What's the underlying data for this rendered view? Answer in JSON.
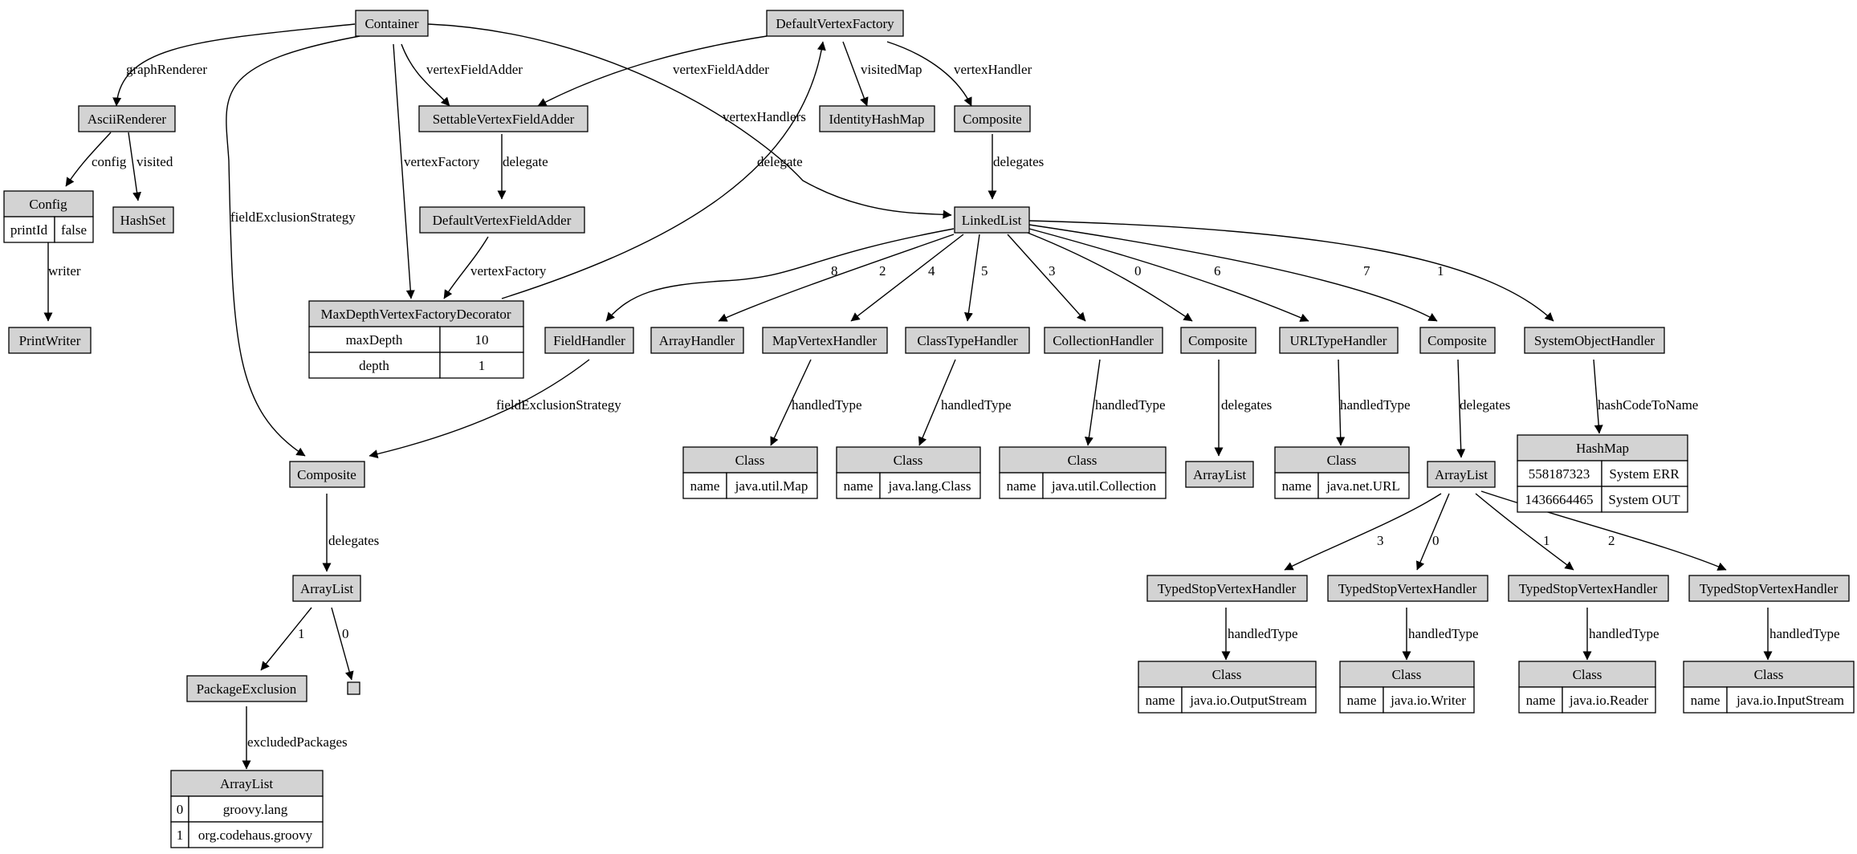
{
  "nodes": {
    "container": "Container",
    "default_vertex_factory": "DefaultVertexFactory",
    "ascii_renderer": "AsciiRenderer",
    "settable_vertex_field_adder": "SettableVertexFieldAdder",
    "identity_hash_map": "IdentityHashMap",
    "composite_top": "Composite",
    "config": {
      "title": "Config",
      "rows": [
        [
          "printId",
          "false"
        ]
      ]
    },
    "hash_set": "HashSet",
    "default_vertex_field_adder": "DefaultVertexFieldAdder",
    "linked_list": "LinkedList",
    "print_writer": "PrintWriter",
    "max_depth_decorator": {
      "title": "MaxDepthVertexFactoryDecorator",
      "rows": [
        [
          "maxDepth",
          "10"
        ],
        [
          "depth",
          "1"
        ]
      ]
    },
    "field_handler": "FieldHandler",
    "array_handler": "ArrayHandler",
    "map_vertex_handler": "MapVertexHandler",
    "class_type_handler": "ClassTypeHandler",
    "collection_handler": "CollectionHandler",
    "composite_0": "Composite",
    "url_type_handler": "URLTypeHandler",
    "composite_7": "Composite",
    "system_object_handler": "SystemObjectHandler",
    "class_map": {
      "title": "Class",
      "rows": [
        [
          "name",
          "java.util.Map"
        ]
      ]
    },
    "class_class": {
      "title": "Class",
      "rows": [
        [
          "name",
          "java.lang.Class"
        ]
      ]
    },
    "class_collection": {
      "title": "Class",
      "rows": [
        [
          "name",
          "java.util.Collection"
        ]
      ]
    },
    "array_list_empty": "ArrayList",
    "class_url": {
      "title": "Class",
      "rows": [
        [
          "name",
          "java.net.URL"
        ]
      ]
    },
    "array_list_stop": "ArrayList",
    "hash_map": {
      "title": "HashMap",
      "rows": [
        [
          "558187323",
          "System ERR"
        ],
        [
          "1436664465",
          "System OUT"
        ]
      ]
    },
    "composite_left": "Composite",
    "array_list_left": "ArrayList",
    "package_exclusion": "PackageExclusion",
    "excluded_packages": {
      "title": "ArrayList",
      "rows": [
        [
          "0",
          "groovy.lang"
        ],
        [
          "1",
          "org.codehaus.groovy"
        ]
      ]
    },
    "stop_3": "TypedStopVertexHandler",
    "stop_0": "TypedStopVertexHandler",
    "stop_1": "TypedStopVertexHandler",
    "stop_2": "TypedStopVertexHandler",
    "class_output_stream": {
      "title": "Class",
      "rows": [
        [
          "name",
          "java.io.OutputStream"
        ]
      ]
    },
    "class_writer": {
      "title": "Class",
      "rows": [
        [
          "name",
          "java.io.Writer"
        ]
      ]
    },
    "class_reader": {
      "title": "Class",
      "rows": [
        [
          "name",
          "java.io.Reader"
        ]
      ]
    },
    "class_input_stream": {
      "title": "Class",
      "rows": [
        [
          "name",
          "java.io.InputStream"
        ]
      ]
    }
  },
  "edge_labels": {
    "graph_renderer": "graphRenderer",
    "vertex_field_adder_1": "vertexFieldAdder",
    "vertex_field_adder_2": "vertexFieldAdder",
    "visited_map": "visitedMap",
    "vertex_handler": "vertexHandler",
    "vertex_handlers": "vertexHandlers",
    "config": "config",
    "visited": "visited",
    "vertex_factory_1": "vertexFactory",
    "delegate_1": "delegate",
    "delegate_2": "delegate",
    "delegates_top": "delegates",
    "field_exclusion_strategy_1": "fieldExclusionStrategy",
    "writer": "writer",
    "vertex_factory_2": "vertexFactory",
    "ll_8": "8",
    "ll_2": "2",
    "ll_4": "4",
    "ll_5": "5",
    "ll_3": "3",
    "ll_0": "0",
    "ll_6": "6",
    "ll_7": "7",
    "ll_1": "1",
    "field_exclusion_strategy_2": "fieldExclusionStrategy",
    "handled_type_map": "handledType",
    "handled_type_class": "handledType",
    "handled_type_collection": "handledType",
    "delegates_0": "delegates",
    "handled_type_url": "handledType",
    "delegates_7": "delegates",
    "hash_code_to_name": "hashCodeToName",
    "delegates_left": "delegates",
    "al_1": "1",
    "al_0": "0",
    "excluded_packages": "excludedPackages",
    "st_3": "3",
    "st_0": "0",
    "st_1": "1",
    "st_2": "2",
    "handled_type_os": "handledType",
    "handled_type_writer": "handledType",
    "handled_type_reader": "handledType",
    "handled_type_is": "handledType"
  }
}
